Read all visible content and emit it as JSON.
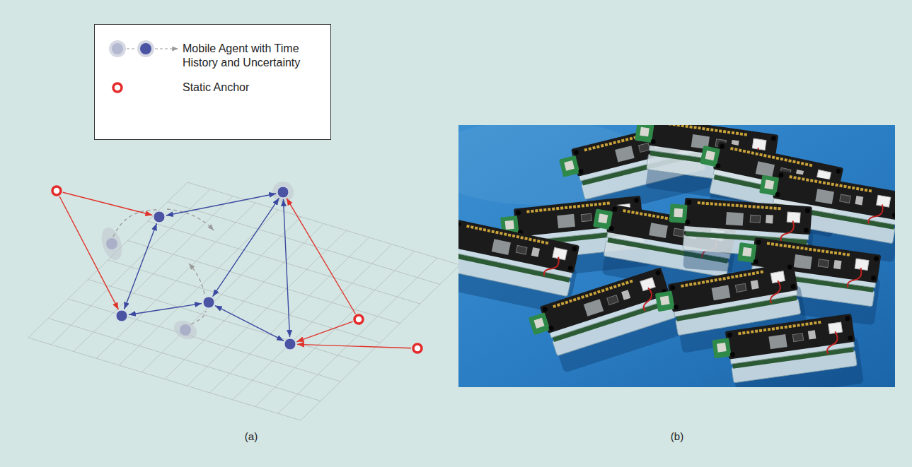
{
  "diagram": {
    "labels": [
      "(a)",
      "(b)"
    ],
    "legend": [
      {
        "text": "Mobile Agent with Time History and Uncertainty"
      },
      {
        "text": "Static Anchor"
      }
    ]
  }
}
